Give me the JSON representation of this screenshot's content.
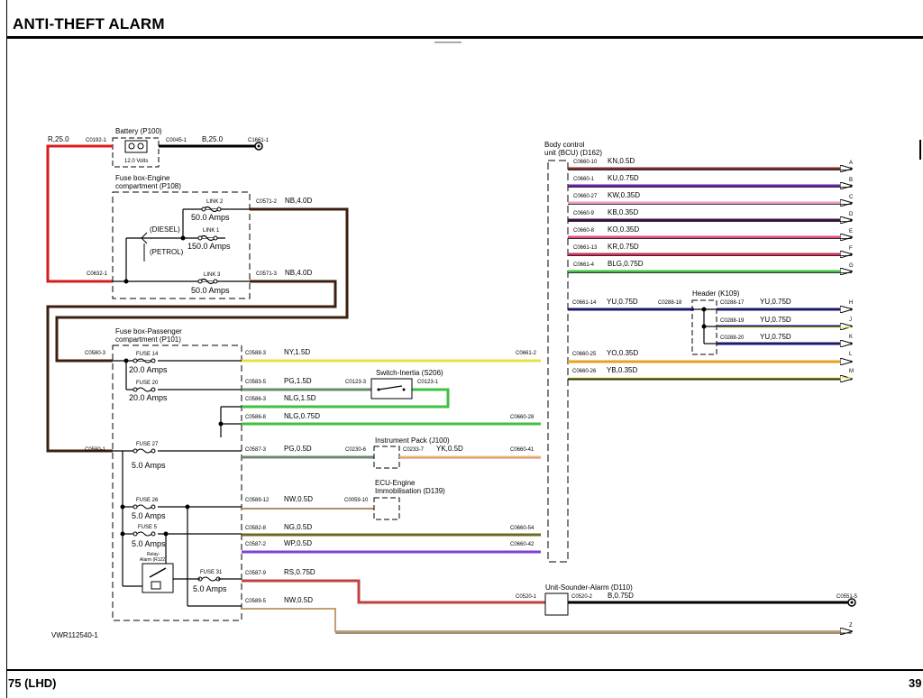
{
  "header": {
    "title": "ANTI-THEFT ALARM"
  },
  "footer": {
    "left": "75 (LHD)",
    "right": "39"
  },
  "drawing_ref": "VWR112540-1",
  "components": {
    "battery": {
      "label": "Battery (P100)",
      "volts": "12.0 Volts"
    },
    "fusebox_engine": {
      "label1": "Fuse box-Engine",
      "label2": "compartment (P108)"
    },
    "fusebox_passenger": {
      "label1": "Fuse box-Passenger",
      "label2": "compartment (P101)"
    },
    "bcu": {
      "label1": "Body control",
      "label2": "unit (BCU) (D162)"
    },
    "header_k109": {
      "label": "Header (K109)"
    },
    "switch_inertia": {
      "label": "Switch-Inertia (S206)"
    },
    "instrument_pack": {
      "label": "Instrument Pack (J100)"
    },
    "ecu": {
      "label1": "ECU-Engine",
      "label2": "Immobilisation (D139)"
    },
    "sounder": {
      "label": "Unit-Sounder-Alarm (D110)"
    },
    "relay": {
      "label1": "Relay-",
      "label2": "Alarm (R122)"
    },
    "diesel": "(DIESEL)",
    "petrol": "(PETROL)"
  },
  "fuses": {
    "link2": {
      "name": "LINK 2",
      "amps": "50.0 Amps"
    },
    "link1": {
      "name": "LINK 1",
      "amps": "150.0 Amps"
    },
    "link3": {
      "name": "LINK 3",
      "amps": "50.0 Amps"
    },
    "fuse14": {
      "name": "FUSE 14",
      "amps": "20.0 Amps"
    },
    "fuse20": {
      "name": "FUSE 20",
      "amps": "20.0 Amps"
    },
    "fuse27": {
      "name": "FUSE 27",
      "amps": "5.0 Amps"
    },
    "fuse26": {
      "name": "FUSE 26",
      "amps": "5.0 Amps"
    },
    "fuse5": {
      "name": "FUSE 5",
      "amps": "5.0 Amps"
    },
    "fuse31": {
      "name": "FUSE 31",
      "amps": "5.0 Amps"
    }
  },
  "connectors": {
    "c0192": "C0192-1",
    "c0045": "C0045-1",
    "c1661": "C1661-1",
    "c0571_2": "C0571-2",
    "c0632": "C0632-1",
    "c0571_3": "C0571-3",
    "c0580_3": "C0580-3",
    "c0580_1": "C0580-1",
    "c0588_3": "C0588-3",
    "c0583_5": "C0583-5",
    "c0586_3": "C0586-3",
    "c0586_8": "C0586-8",
    "c0587_3": "C0587-3",
    "c0589_12": "C0589-12",
    "c0582_8": "C0582-8",
    "c0587_2": "C0587-2",
    "c0587_9": "C0587-9",
    "c0589_5": "C0589-5",
    "c0661_2": "C0661-2",
    "c0123_3": "C0123-3",
    "c0123_1": "C0123-1",
    "c0660_28": "C0660-28",
    "c0230_6": "C0230-6",
    "c0233_7": "C0233-7",
    "c0660_41": "C0660-41",
    "c0059_10": "C0059-10",
    "c0660_54": "C0660-54",
    "c0660_42": "C0660-42",
    "c0520_1": "C0520-1",
    "c0520_2": "C0520-2",
    "c0551_5": "C0551-5",
    "c0661_14": "C0661-14",
    "c0288_18": "C0288-18",
    "c0288_17": "C0288-17",
    "c0288_19": "C0288-19",
    "c0288_20": "C0288-20",
    "c0660_25": "C0660-25",
    "c0660_26": "C0660-26"
  },
  "wires": {
    "r25": "R,25.0",
    "b25": "B,25.0",
    "nb4a": "NB,4.0D",
    "nb4b": "NB,4.0D",
    "ny15": "NY,1.5D",
    "pg15": "PG,1.5D",
    "nlg15": "NLG,1.5D",
    "nlg075": "NLG,0.75D",
    "pg05": "PG,0.5D",
    "yk05": "YK,0.5D",
    "nw05a": "NW,0.5D",
    "ng05": "NG,0.5D",
    "wp05": "WP,0.5D",
    "rs075": "RS,0.75D",
    "nw05b": "NW,0.5D",
    "b075": "B,0.75D",
    "yu075a": "YU,0.75D",
    "yu075b": "YU,0.75D",
    "yu075c": "YU,0.75D",
    "yu075d": "YU,0.75D",
    "yo035": "YO,0.35D",
    "yb035": "YB,0.35D"
  },
  "bcu_outputs": [
    {
      "conn": "C0660-10",
      "wire": "KN,0.5D",
      "letter": "A",
      "color": "#7a2c2c"
    },
    {
      "conn": "C0660-1",
      "wire": "KU,0.75D",
      "letter": "B",
      "color": "#6a1fb0"
    },
    {
      "conn": "C0660-27",
      "wire": "KW,0.35D",
      "letter": "C",
      "color": "#e8a0c8"
    },
    {
      "conn": "C0660-9",
      "wire": "KB,0.35D",
      "letter": "D",
      "color": "#3a1050"
    },
    {
      "conn": "C0660-8",
      "wire": "KO,0.35D",
      "letter": "E",
      "color": "#e0507a"
    },
    {
      "conn": "C0661-13",
      "wire": "KR,0.75D",
      "letter": "F",
      "color": "#d0305a"
    },
    {
      "conn": "C0661-4",
      "wire": "BLG,0.75D",
      "letter": "G",
      "color": "#40c040"
    }
  ],
  "header_letters": [
    "H",
    "J",
    "K",
    "L",
    "M",
    "Z"
  ],
  "colors": {
    "red": "#d81c1c",
    "brown": "#3b1f0f",
    "yellow": "#e8e040",
    "green": "#40c040",
    "purple": "#7a30c0",
    "pink": "#e07090",
    "orange": "#e8a020",
    "navy": "#1a1a6a"
  }
}
